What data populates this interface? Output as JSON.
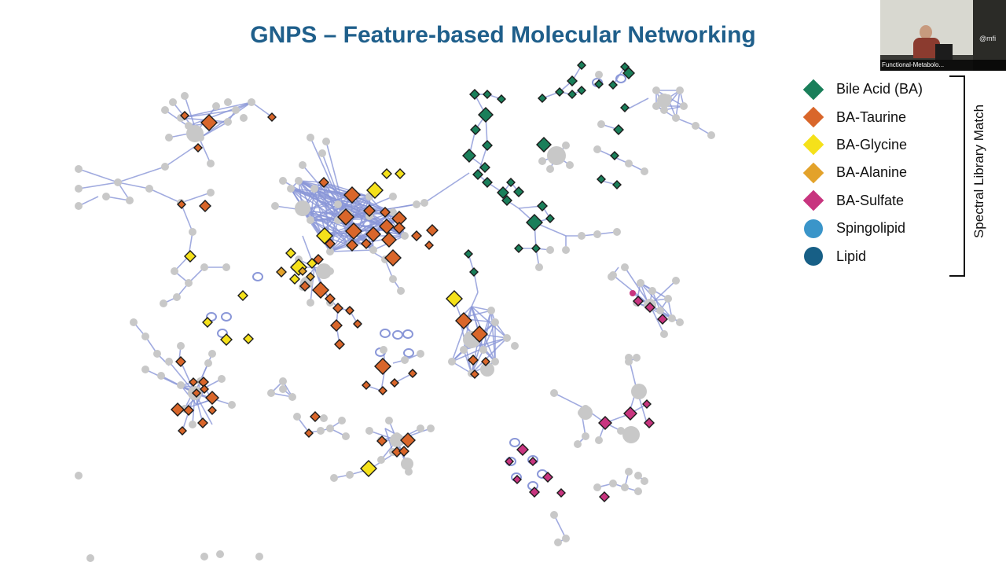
{
  "slide": {
    "title": "GNPS – Feature-based Molecular Networking"
  },
  "legend": {
    "items": [
      {
        "label": "Bile Acid (BA)",
        "shape": "diamond",
        "color": "#1a7f5a"
      },
      {
        "label": "BA-Taurine",
        "shape": "diamond",
        "color": "#d9662a"
      },
      {
        "label": "BA-Glycine",
        "shape": "diamond",
        "color": "#f5e11a"
      },
      {
        "label": "BA-Alanine",
        "shape": "diamond",
        "color": "#e3a22a"
      },
      {
        "label": "BA-Sulfate",
        "shape": "diamond",
        "color": "#c8357f"
      },
      {
        "label": "Spingolipid",
        "shape": "circle",
        "color": "#3a95c9"
      },
      {
        "label": "Lipid",
        "shape": "circle",
        "color": "#175f86"
      }
    ],
    "group_label": "Spectral Library Match"
  },
  "network": {
    "edge_color": "#8a97d8",
    "unmatched_node_color": "#c8c8c8",
    "colors": {
      "BA": "#1a7f5a",
      "TAU": "#d9662a",
      "GLY": "#f5e11a",
      "ALA": "#e3a22a",
      "SUL": "#c8357f"
    }
  },
  "webcam": {
    "caption": "Functional-Metabolo..."
  }
}
